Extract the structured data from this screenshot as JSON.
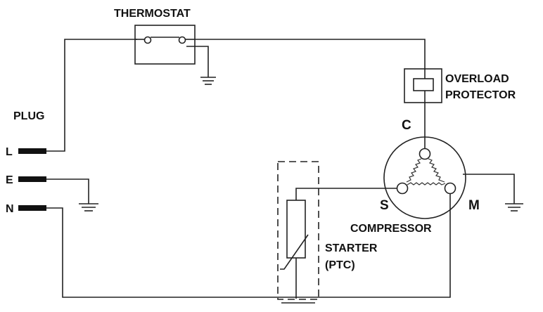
{
  "labels": {
    "thermostat": "THERMOSTAT",
    "overload_line1": "OVERLOAD",
    "overload_line2": "PROTECTOR",
    "plug": "PLUG",
    "l": "L",
    "e": "E",
    "n": "N",
    "c": "C",
    "s": "S",
    "m": "M",
    "compressor": "COMPRESSOR",
    "starter_line1": "STARTER",
    "starter_line2": "(PTC)"
  },
  "colors": {
    "line": "#222222",
    "text": "#111111",
    "background": "#ffffff"
  }
}
